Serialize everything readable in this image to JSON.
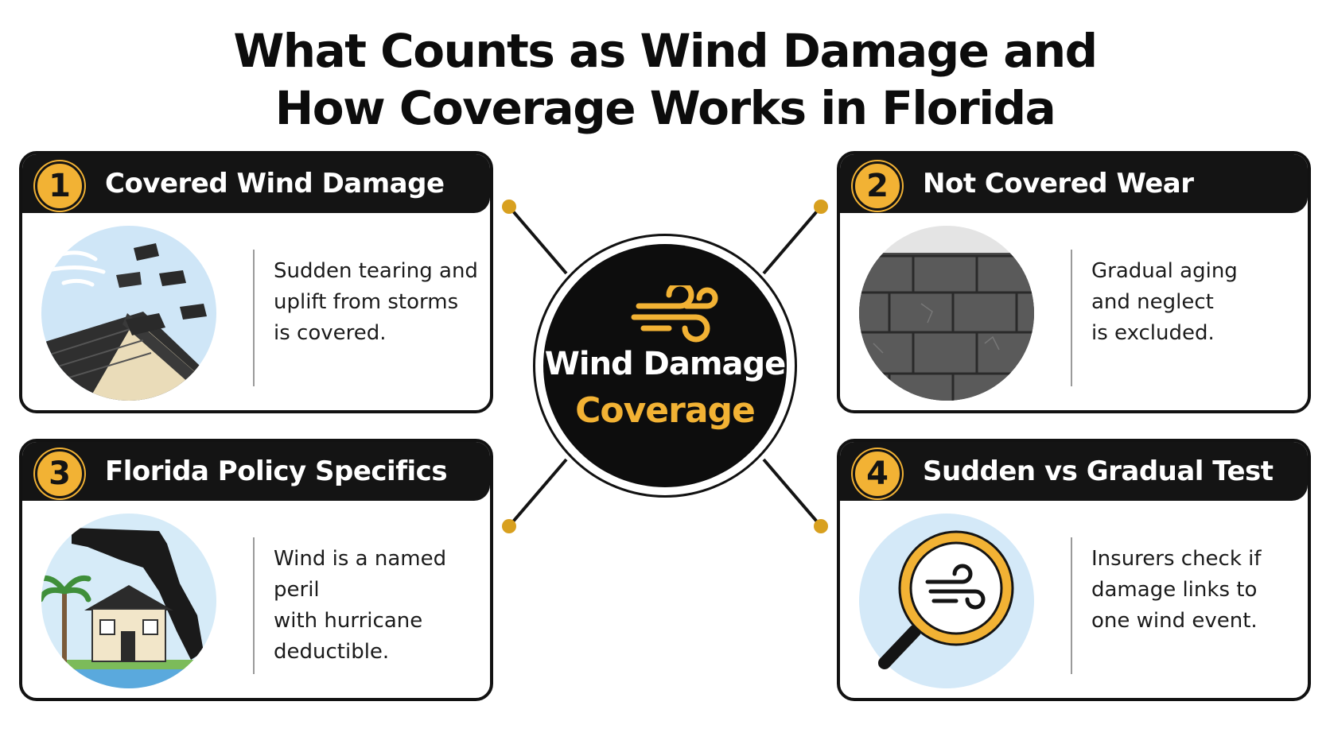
{
  "title": {
    "line1": "What Counts as Wind Damage and",
    "line2": "How Coverage Works in Florida"
  },
  "hub": {
    "line1": "Wind Damage",
    "line2": "Coverage",
    "icon": "wind-icon"
  },
  "cards": [
    {
      "number": "1",
      "title": "Covered Wind Damage",
      "description": "Sudden tearing and\nuplift from storms\nis covered.",
      "illustration": "roof-shingles-blowing-icon"
    },
    {
      "number": "2",
      "title": "Not Covered Wear",
      "description": "Gradual aging\nand neglect\nis excluded.",
      "illustration": "worn-shingles-icon"
    },
    {
      "number": "3",
      "title": "Florida Policy Specifics",
      "description": "Wind is a named peril\nwith hurricane\ndeductible.",
      "illustration": "florida-house-icon"
    },
    {
      "number": "4",
      "title": "Sudden vs Gradual Test",
      "description": "Insurers check if\ndamage links to\none wind event.",
      "illustration": "magnifier-wind-icon"
    }
  ],
  "colors": {
    "accent": "#f2b234",
    "dark": "#141414",
    "background": "#ffffff"
  }
}
